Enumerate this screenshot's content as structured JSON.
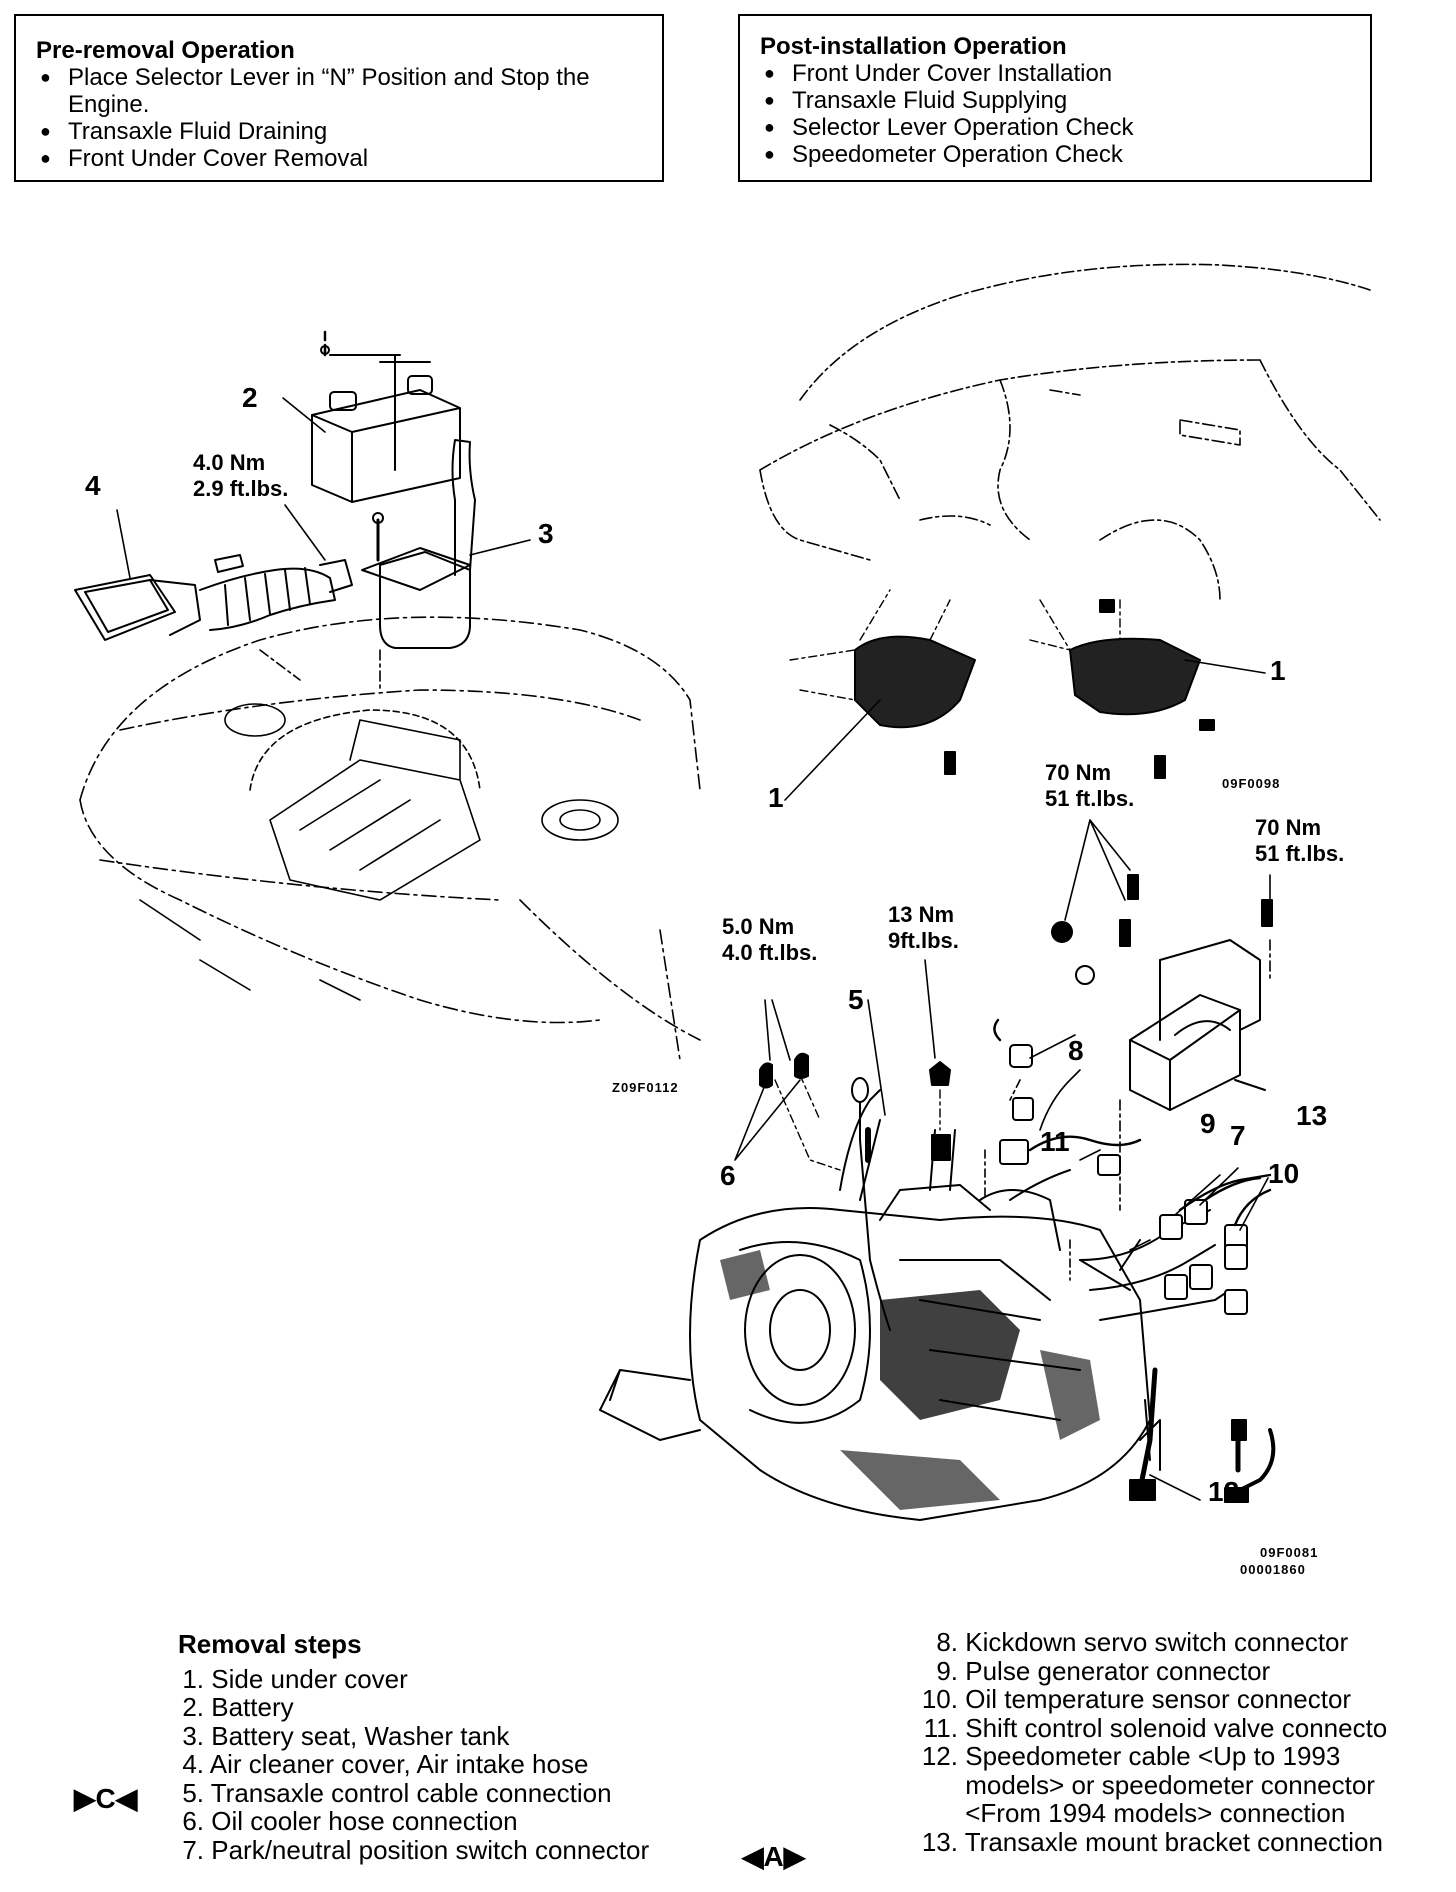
{
  "pre_removal": {
    "title": "Pre-removal Operation",
    "items": [
      "Place Selector Lever in “N” Position and Stop the Engine.",
      "Transaxle Fluid Draining",
      "Front Under Cover Removal"
    ]
  },
  "post_installation": {
    "title": "Post-installation Operation",
    "items": [
      "Front Under Cover Installation",
      "Transaxle Fluid Supplying",
      "Selector Lever Operation Check",
      "Speedometer Operation Check"
    ]
  },
  "callouts": {
    "n1": "1",
    "n2": "2",
    "n3": "3",
    "n4": "4",
    "n5": "5",
    "n6": "6",
    "n7": "7",
    "n8": "8",
    "n9": "9",
    "n10": "10",
    "n11": "11",
    "n12": "12",
    "n13": "13"
  },
  "torques": {
    "t_air_nm": "4.0 Nm",
    "t_air_ft": "2.9 ft.lbs.",
    "t_mount1_nm": "70 Nm",
    "t_mount1_ft": "51 ft.lbs.",
    "t_mount2_nm": "70 Nm",
    "t_mount2_ft": "51 ft.lbs.",
    "t_hose_nm": "5.0 Nm",
    "t_hose_ft": "4.0 ft.lbs.",
    "t_cable_nm": "13 Nm",
    "t_cable_ft": "9ft.lbs."
  },
  "codes": {
    "c1": "Z09F0112",
    "c2": "09F0098",
    "c3": "09F0081",
    "c4": "00001860"
  },
  "removal": {
    "title": "Removal steps",
    "steps_left": [
      {
        "n": "1.",
        "t": "Side under cover"
      },
      {
        "n": "2.",
        "t": "Battery"
      },
      {
        "n": "3.",
        "t": "Battery seat, Washer tank"
      },
      {
        "n": "4.",
        "t": "Air cleaner cover, Air intake hose"
      },
      {
        "n": "5.",
        "t": "Transaxle control cable connection"
      },
      {
        "n": "6.",
        "t": "Oil cooler hose connection"
      },
      {
        "n": "7.",
        "t": "Park/neutral position switch connector"
      }
    ],
    "steps_right": [
      {
        "n": "8.",
        "t": "Kickdown servo switch connector"
      },
      {
        "n": "9.",
        "t": "Pulse generator connector"
      },
      {
        "n": "10.",
        "t": "Oil temperature sensor connector"
      },
      {
        "n": "11.",
        "t": "Shift control solenoid valve connecto"
      },
      {
        "n": "12.",
        "t": "Speedometer cable <Up to 1993"
      },
      {
        "n": "",
        "t": "models> or speedometer connector"
      },
      {
        "n": "",
        "t": "<From 1994 models> connection"
      },
      {
        "n": "13.",
        "t": "Transaxle mount bracket connection"
      }
    ],
    "mark_c": "▶C◀",
    "mark_a": "◀A▶"
  }
}
